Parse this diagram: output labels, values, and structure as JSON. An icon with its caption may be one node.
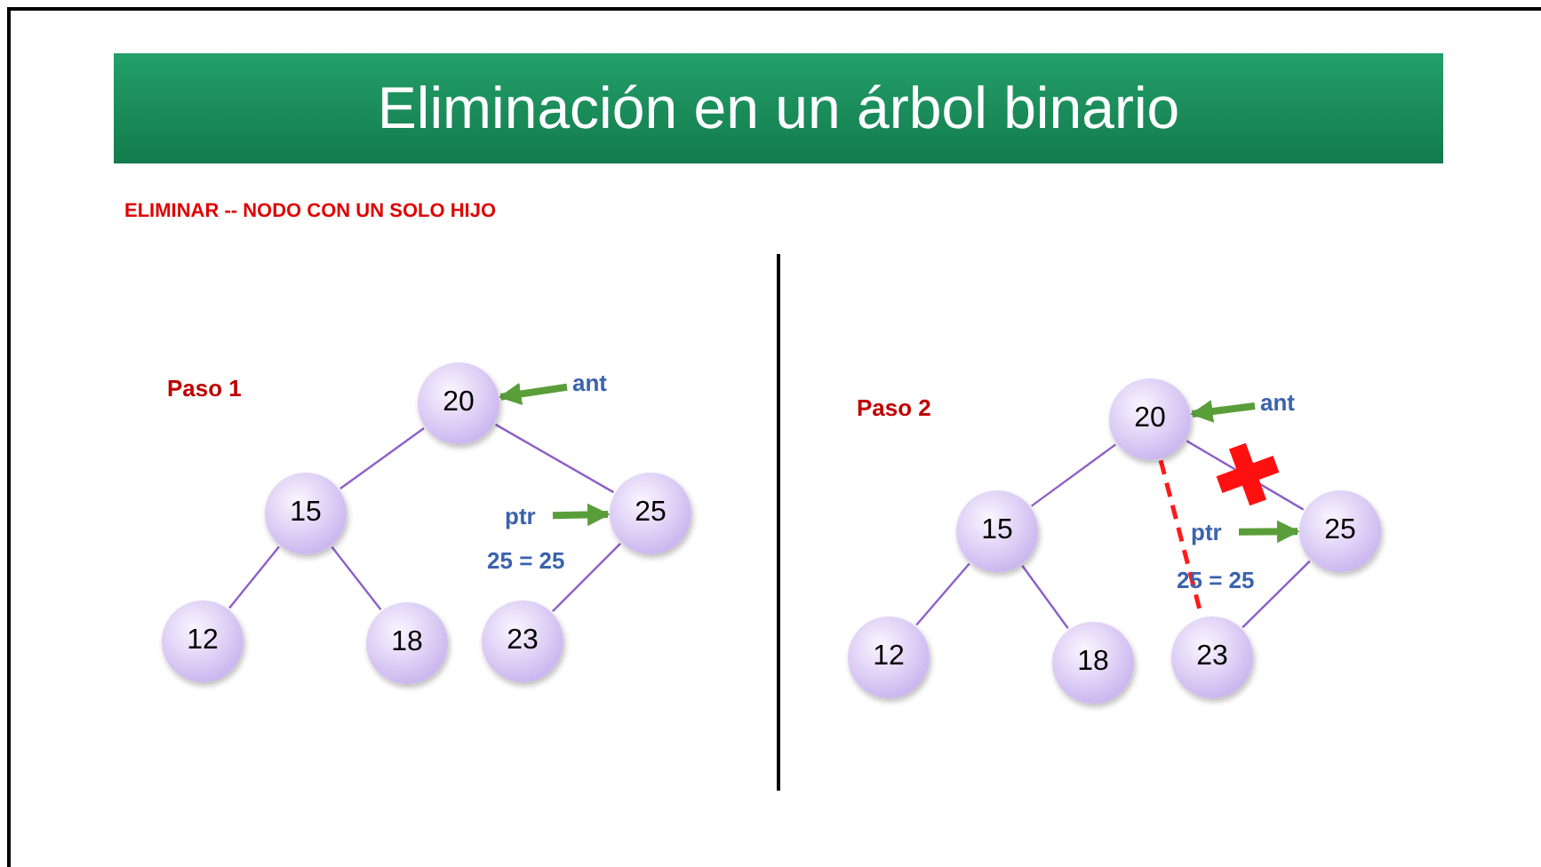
{
  "diagram": {
    "title": "Eliminación en un árbol binario",
    "nodes": [
      {
        "text": [
          "20"
        ]
      },
      {
        "text": [
          "15"
        ]
      },
      {
        "text": [
          "25"
        ]
      },
      {
        "text": [
          "12"
        ]
      },
      {
        "text": [
          "18"
        ]
      },
      {
        "text": [
          "23"
        ]
      },
      {
        "text": [
          "ant"
        ]
      },
      {
        "text": [
          "ptr"
        ]
      },
      {
        "text": [
          "20"
        ]
      },
      {
        "text": [
          "15"
        ]
      },
      {
        "text": [
          "25"
        ]
      },
      {
        "text": [
          "12"
        ]
      },
      {
        "text": [
          "18"
        ]
      },
      {
        "text": [
          "23"
        ]
      },
      {
        "text": [
          "ant"
        ]
      },
      {
        "text": [
          "ptr"
        ]
      }
    ],
    "edges": [
      {
        "from": 0,
        "to": 1,
        "arrow": "none"
      },
      {
        "from": 0,
        "to": 2,
        "arrow": "none"
      },
      {
        "from": 1,
        "to": 3,
        "arrow": "none"
      },
      {
        "from": 1,
        "to": 4,
        "arrow": "none"
      },
      {
        "from": 2,
        "to": 5,
        "arrow": "none"
      },
      {
        "from": 6,
        "to": 0,
        "arrow": "to",
        "style": "thick",
        "color": "#5a9e3a"
      },
      {
        "from": 7,
        "to": 2,
        "arrow": "to",
        "style": "thick",
        "color": "#5a9e3a"
      },
      {
        "from": 8,
        "to": 9,
        "arrow": "none"
      },
      {
        "from": 8,
        "to": 10,
        "arrow": "none"
      },
      {
        "from": 9,
        "to": 11,
        "arrow": "none"
      },
      {
        "from": 9,
        "to": 12,
        "arrow": "none"
      },
      {
        "from": 10,
        "to": 13,
        "arrow": "none"
      },
      {
        "from": 8,
        "to": 13,
        "arrow": "none",
        "style": "dashed",
        "color": "#ff1a1a"
      },
      {
        "from": 14,
        "to": 8,
        "arrow": "to",
        "style": "thick",
        "color": "#5a9e3a"
      },
      {
        "from": 15,
        "to": 10,
        "arrow": "to",
        "style": "thick",
        "color": "#5a9e3a"
      }
    ],
    "labels": [
      "ELIMINAR -- NODO CON UN SOLO HIJO",
      "Paso 1",
      "25 = 25",
      "Paso 2",
      "25 = 25"
    ]
  }
}
